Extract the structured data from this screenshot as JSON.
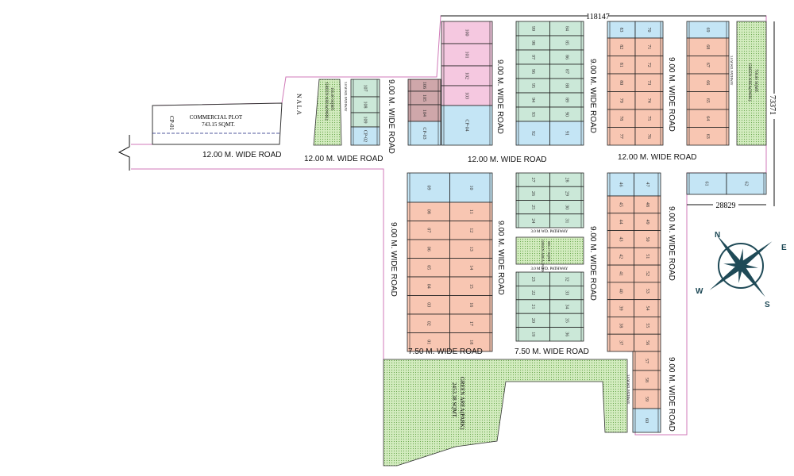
{
  "colors": {
    "pink": "#f5c8e0",
    "green": "#cbe8d8",
    "blue": "#c4e5f5",
    "salmon": "#f8c6b2",
    "brown": "#cfa7aa",
    "park": "#d3ecbf",
    "boundary": "#d07ab8",
    "compass": "#1f4a57"
  },
  "commercial_plot": {
    "code": "CP-01",
    "name": "COMMERCIAL PLOT",
    "area": "743.15 SQMT."
  },
  "nala": "N A L A",
  "parks": {
    "small": {
      "name": "GREEN AREA(PARK)",
      "area": "155.00 SQMT."
    },
    "top_right": {
      "name": "GREEN AREA(PARK)",
      "area": "718.00 SQMT."
    },
    "middle": {
      "name": "GREEN AREA (PARK)",
      "area": "606.17 SQMT."
    },
    "large": {
      "name": "GREEN AREA(PARK)",
      "area": "2453.38 SQMT."
    }
  },
  "pathways": {
    "p1": "3.0 M WD. PATHWAY",
    "p2": "3.0 M WD. PATHWAY",
    "p3": "3.0 M WD. PATHWAY",
    "p4": "3.0 M WD. PATHWAY",
    "p5": "3.0 M WD. PATHWAY"
  },
  "roads": {
    "r12_left": "12.00 M. WIDE ROAD",
    "r12_mid": "12.00 M. WIDE ROAD",
    "r12_center": "12.00 M. WIDE ROAD",
    "r12_right": "12.00 M. WIDE ROAD",
    "r9_a": "9.00 M. WIDE ROAD",
    "r9_b": "9.00 M. WIDE ROAD",
    "r9_c": "9.00 M. WIDE ROAD",
    "r9_d": "9.00 M. WIDE ROAD",
    "r9_e": "9.00 M. WIDE ROAD",
    "r9_f": "9.00 M. WIDE ROAD",
    "r9_g": "9.00 M. WIDE ROAD",
    "r9_h": "9.00 M. WIDE ROAD",
    "r75_left": "7.50 M. WIDE ROAD",
    "r75_right": "7.50 M. WIDE ROAD"
  },
  "dimensions": {
    "top": "118147",
    "right": "73371",
    "lower": "28829"
  },
  "compass": {
    "n": "N",
    "e": "E",
    "s": "S",
    "w": "W"
  },
  "blocks": [
    {
      "id": "b107",
      "rows": [
        [
          "107"
        ],
        [
          "108"
        ],
        [
          "109"
        ],
        [
          "CP-02"
        ]
      ],
      "kinds": [
        "green",
        "green",
        "green",
        "blue"
      ]
    },
    {
      "id": "b106",
      "rows": [
        [
          "106"
        ],
        [
          "105"
        ],
        [
          "104"
        ],
        [
          "CP-03"
        ]
      ],
      "kinds": [
        "brown",
        "brown",
        "brown",
        "blue"
      ]
    },
    {
      "id": "b100",
      "rows": [
        [
          "100"
        ],
        [
          "101"
        ],
        [
          "102"
        ],
        [
          "103"
        ],
        [
          "CP-04"
        ]
      ],
      "kinds": [
        "pink",
        "pink",
        "pink",
        "pink",
        "blue"
      ]
    },
    {
      "id": "b99",
      "rows": [
        [
          "99",
          "84"
        ],
        [
          "98",
          "85"
        ],
        [
          "97",
          "86"
        ],
        [
          "96",
          "87"
        ],
        [
          "95",
          "88"
        ],
        [
          "94",
          "89"
        ],
        [
          "93",
          "90"
        ],
        [
          "92",
          "91"
        ]
      ],
      "kinds": [
        "green",
        "green",
        "green",
        "green",
        "green",
        "green",
        "green",
        "blue"
      ]
    },
    {
      "id": "b83",
      "rows": [
        [
          "83",
          "70"
        ],
        [
          "82",
          "71"
        ],
        [
          "81",
          "72"
        ],
        [
          "80",
          "73"
        ],
        [
          "79",
          "74"
        ],
        [
          "78",
          "75"
        ],
        [
          "77",
          "76"
        ]
      ],
      "kinds": [
        "blue",
        "salmon",
        "salmon",
        "salmon",
        "salmon",
        "salmon",
        "salmon"
      ]
    },
    {
      "id": "b69",
      "rows": [
        [
          "69"
        ],
        [
          "68"
        ],
        [
          "67"
        ],
        [
          "66"
        ],
        [
          "65"
        ],
        [
          "64"
        ],
        [
          "63"
        ]
      ],
      "kinds": [
        "blue",
        "salmon",
        "salmon",
        "salmon",
        "salmon",
        "salmon",
        "salmon"
      ]
    },
    {
      "id": "b61",
      "rows": [
        [
          "61",
          "62"
        ]
      ],
      "kinds": [
        "blue"
      ]
    },
    {
      "id": "b09",
      "rows": [
        [
          "09",
          "10"
        ],
        [
          "08",
          "11"
        ],
        [
          "07",
          "12"
        ],
        [
          "06",
          "13"
        ],
        [
          "05",
          "14"
        ],
        [
          "04",
          "15"
        ],
        [
          "03",
          "16"
        ],
        [
          "02",
          "17"
        ],
        [
          "01",
          "18"
        ]
      ],
      "kinds": [
        "blue",
        "salmon",
        "salmon",
        "salmon",
        "salmon",
        "salmon",
        "salmon",
        "salmon",
        "salmon"
      ]
    },
    {
      "id": "b27",
      "rows": [
        [
          "27",
          "28"
        ],
        [
          "26",
          "29"
        ],
        [
          "25",
          "30"
        ],
        [
          "24",
          "31"
        ]
      ],
      "kinds": [
        "green",
        "green",
        "green",
        "green"
      ]
    },
    {
      "id": "b23",
      "rows": [
        [
          "23",
          "32"
        ],
        [
          "22",
          "33"
        ],
        [
          "21",
          "34"
        ],
        [
          "20",
          "35"
        ],
        [
          "19",
          "36"
        ]
      ],
      "kinds": [
        "green",
        "green",
        "green",
        "green",
        "green"
      ]
    },
    {
      "id": "b46",
      "rows": [
        [
          "46",
          "47"
        ],
        [
          "45",
          "48"
        ],
        [
          "44",
          "49"
        ],
        [
          "43",
          "50"
        ],
        [
          "42",
          "51"
        ],
        [
          "41",
          "52"
        ],
        [
          "40",
          "53"
        ],
        [
          "39",
          "54"
        ],
        [
          "38",
          "55"
        ],
        [
          "37",
          "56"
        ]
      ],
      "kinds": [
        "blue",
        "salmon",
        "salmon",
        "salmon",
        "salmon",
        "salmon",
        "salmon",
        "salmon",
        "salmon",
        "salmon"
      ]
    },
    {
      "id": "b57",
      "rows": [
        [
          "57"
        ],
        [
          "58"
        ],
        [
          "59"
        ],
        [
          "60"
        ]
      ],
      "kinds": [
        "salmon",
        "salmon",
        "salmon",
        "blue"
      ]
    }
  ]
}
